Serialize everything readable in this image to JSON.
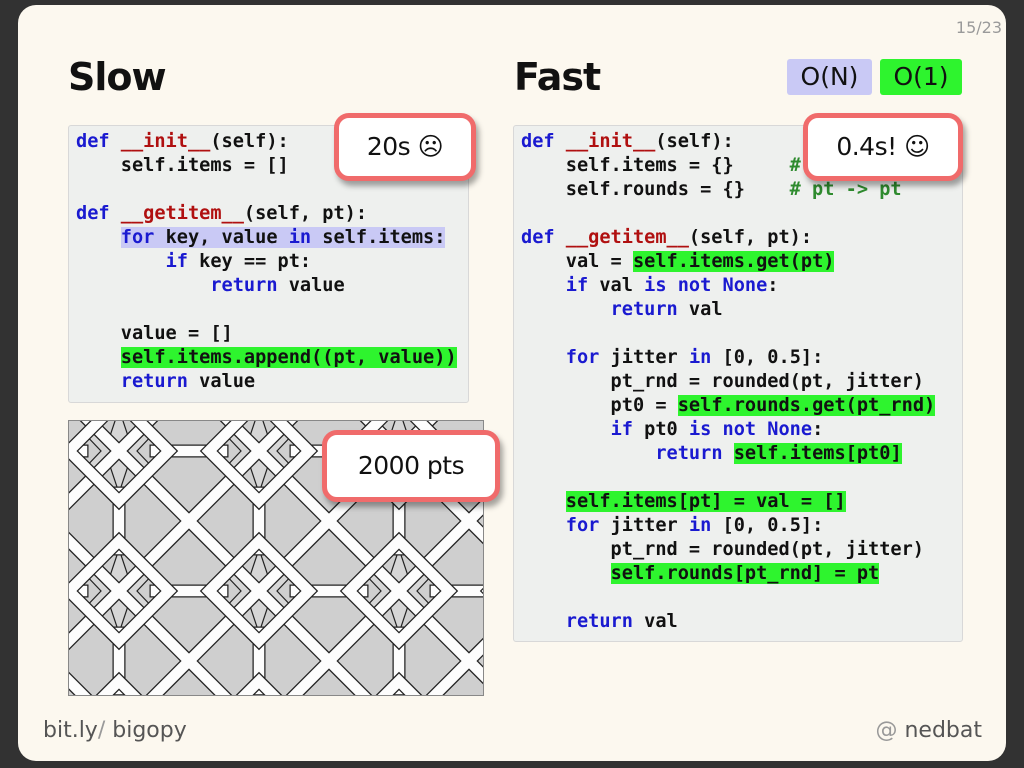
{
  "page_number": "15/23",
  "slow": {
    "title": "Slow",
    "callout_time": "20s ☹",
    "callout_points": "2000 pts",
    "code": [
      [
        {
          "t": "def ",
          "c": "kw"
        },
        {
          "t": "__init__",
          "c": "fn"
        },
        {
          "t": "(self):"
        }
      ],
      [
        {
          "t": "    self.items = []"
        }
      ],
      [],
      [
        {
          "t": "def ",
          "c": "kw"
        },
        {
          "t": "__getitem__",
          "c": "fn"
        },
        {
          "t": "(self, pt):"
        }
      ],
      [
        {
          "t": "    "
        },
        {
          "t": "for",
          "c": "kw",
          "h": "b"
        },
        {
          "t": " key, value ",
          "h": "b"
        },
        {
          "t": "in",
          "c": "kw",
          "h": "b"
        },
        {
          "t": " self.items:",
          "h": "b"
        }
      ],
      [
        {
          "t": "        "
        },
        {
          "t": "if",
          "c": "kw"
        },
        {
          "t": " key == pt:"
        }
      ],
      [
        {
          "t": "            "
        },
        {
          "t": "return",
          "c": "kw"
        },
        {
          "t": " value"
        }
      ],
      [],
      [
        {
          "t": "    value = []"
        }
      ],
      [
        {
          "t": "    "
        },
        {
          "t": "self.items.append((pt, value))",
          "h": "g"
        }
      ],
      [
        {
          "t": "    "
        },
        {
          "t": "return",
          "c": "kw"
        },
        {
          "t": " value"
        }
      ]
    ]
  },
  "fast": {
    "title": "Fast",
    "badge_on": "O(N)",
    "badge_o1": "O(1)",
    "callout_time": "0.4s! ☺",
    "code": [
      [
        {
          "t": "def ",
          "c": "kw"
        },
        {
          "t": "__init__",
          "c": "fn"
        },
        {
          "t": "(self):"
        }
      ],
      [
        {
          "t": "    self.items = {}     "
        },
        {
          "t": "# pt -> val",
          "c": "cm"
        }
      ],
      [
        {
          "t": "    self.rounds = {}    "
        },
        {
          "t": "# pt -> pt",
          "c": "cm"
        }
      ],
      [],
      [
        {
          "t": "def ",
          "c": "kw"
        },
        {
          "t": "__getitem__",
          "c": "fn"
        },
        {
          "t": "(self, pt):"
        }
      ],
      [
        {
          "t": "    val = "
        },
        {
          "t": "self.items.get(pt)",
          "h": "g"
        }
      ],
      [
        {
          "t": "    "
        },
        {
          "t": "if",
          "c": "kw"
        },
        {
          "t": " val "
        },
        {
          "t": "is not None",
          "c": "kw"
        },
        {
          "t": ":"
        }
      ],
      [
        {
          "t": "        "
        },
        {
          "t": "return",
          "c": "kw"
        },
        {
          "t": " val"
        }
      ],
      [],
      [
        {
          "t": "    "
        },
        {
          "t": "for",
          "c": "kw"
        },
        {
          "t": " jitter "
        },
        {
          "t": "in",
          "c": "kw"
        },
        {
          "t": " [0, 0.5]:"
        }
      ],
      [
        {
          "t": "        pt_rnd = rounded(pt, jitter)"
        }
      ],
      [
        {
          "t": "        pt0 = "
        },
        {
          "t": "self.rounds.get(pt_rnd)",
          "h": "g"
        }
      ],
      [
        {
          "t": "        "
        },
        {
          "t": "if",
          "c": "kw"
        },
        {
          "t": " pt0 "
        },
        {
          "t": "is not None",
          "c": "kw"
        },
        {
          "t": ":"
        }
      ],
      [
        {
          "t": "            "
        },
        {
          "t": "return",
          "c": "kw"
        },
        {
          "t": " "
        },
        {
          "t": "self.items[pt0]",
          "h": "g"
        }
      ],
      [],
      [
        {
          "t": "    "
        },
        {
          "t": "self.items[pt] = val = []",
          "h": "g"
        }
      ],
      [
        {
          "t": "    "
        },
        {
          "t": "for",
          "c": "kw"
        },
        {
          "t": " jitter "
        },
        {
          "t": "in",
          "c": "kw"
        },
        {
          "t": " [0, 0.5]:"
        }
      ],
      [
        {
          "t": "        pt_rnd = rounded(pt, jitter)"
        }
      ],
      [
        {
          "t": "        "
        },
        {
          "t": "self.rounds[pt_rnd] = pt",
          "h": "g"
        }
      ],
      [],
      [
        {
          "t": "    "
        },
        {
          "t": "return",
          "c": "kw"
        },
        {
          "t": " val"
        }
      ]
    ]
  },
  "footer": {
    "link_prefix": "bit.ly",
    "link_slash": "/",
    "link_suffix": " bigopy",
    "handle_at": "@",
    "handle_name": " nedbat"
  },
  "colors": {
    "highlight_green": "#2ef42e",
    "highlight_blue": "#c9c9f5",
    "callout_border": "#f06b6b",
    "badge_on": "#c9c9f5",
    "badge_o1": "#2ef42e"
  }
}
